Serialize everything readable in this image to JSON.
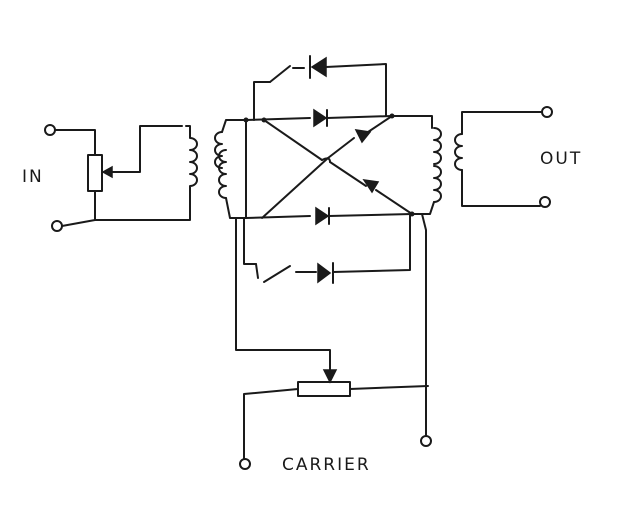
{
  "labels": {
    "input": "IN",
    "output": "OUT",
    "carrier": "CARRIER"
  },
  "colors": {
    "ink": "#1a1a1a",
    "paper": "#ffffff"
  }
}
